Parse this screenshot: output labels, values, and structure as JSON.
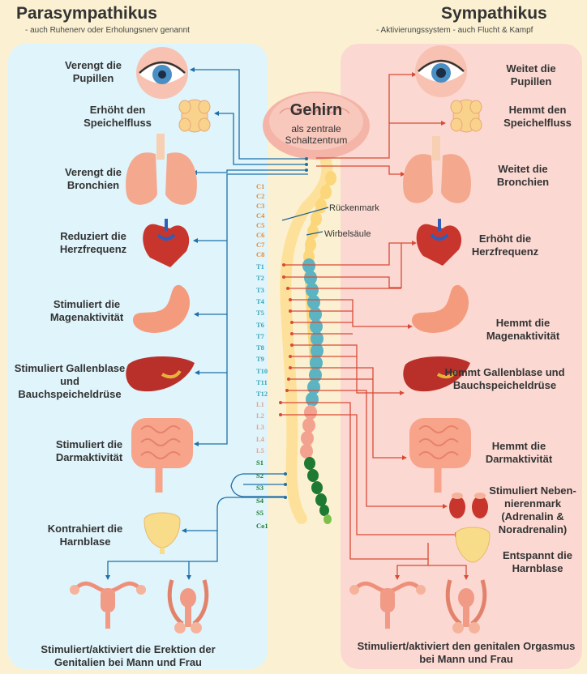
{
  "parasympathikus": {
    "title": "Parasympathikus",
    "subtitle": "- auch Ruhenerv oder Erholungsnerv genannt",
    "effects": {
      "pupils": "Verengt die Pupillen",
      "saliva": "Erhöht den Speichelfluss",
      "bronchi": "Verengt die Bronchien",
      "heart": "Reduziert die Herzfrequenz",
      "stomach": "Stimuliert die Magenaktivität",
      "liver": "Stimuliert Gallenblase und Bauchspeicheldrüse",
      "intestine": "Stimuliert die Darmaktivität",
      "bladder": "Kontrahiert die Harnblase",
      "genitals": "Stimuliert/aktiviert die Erektion der Genitalien bei Mann und Frau"
    }
  },
  "sympathikus": {
    "title": "Sympathikus",
    "subtitle": "- Aktivierungssystem - auch Flucht & Kampf",
    "effects": {
      "pupils": "Weitet die Pupillen",
      "saliva": "Hemmt den Speichelfluss",
      "bronchi": "Weitet die Bronchien",
      "heart": "Erhöht die Herzfrequenz",
      "stomach": "Hemmt die Magenaktivität",
      "liver": "Hemmt Gallenblase und Bauchspeicheldrüse",
      "intestine": "Hemmt die Darmaktivität",
      "adrenal": "Stimuliert Neben-nierenmark (Adrenalin & Noradrenalin)",
      "bladder": "Entspannt die Harnblase",
      "genitals": "Stimuliert/aktiviert den genitalen Orgasmus bei Mann und Frau"
    }
  },
  "center": {
    "brain_title": "Gehirn",
    "brain_sub": "als zentrale Schaltzentrum",
    "spinal_cord": "Rückenmark",
    "vertebrae": "Wirbelsäule"
  },
  "segments": {
    "cervical": [
      "C1",
      "C2",
      "C3",
      "C4",
      "C5",
      "C6",
      "C7",
      "C8"
    ],
    "thoracic": [
      "T1",
      "T2",
      "T3",
      "T4",
      "T5",
      "T6",
      "T7",
      "T8",
      "T9",
      "T10",
      "T11",
      "T12"
    ],
    "lumbar": [
      "L1",
      "L2",
      "L3",
      "L4",
      "L5"
    ],
    "sacral": [
      "S1",
      "S2",
      "S3",
      "S4",
      "S5",
      "Co1"
    ]
  },
  "colors": {
    "left_panel": "#dff4fb",
    "right_panel": "#fbd9d2",
    "background": "#fbf1d2",
    "para_line": "#1f6fa8",
    "sym_line": "#d94a37",
    "cervical": "#e8892b",
    "thoracic": "#3aa6b8",
    "lumbar": "#e8a08a",
    "sacral": "#1c7a2e"
  }
}
